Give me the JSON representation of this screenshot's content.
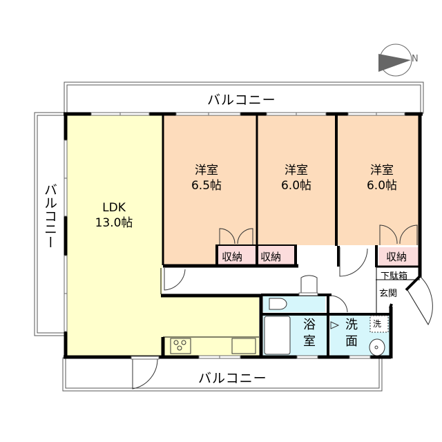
{
  "compass": {
    "label": "N"
  },
  "balconies": {
    "top": "バルコニー",
    "left": "バルコニー",
    "bottom": "バルコニー"
  },
  "rooms": {
    "ldk": {
      "name": "LDK",
      "size": "13.0帖"
    },
    "western1": {
      "name": "洋室",
      "size": "6.5帖"
    },
    "western2": {
      "name": "洋室",
      "size": "6.0帖"
    },
    "western3": {
      "name": "洋室",
      "size": "6.0帖"
    },
    "storage1": "収納",
    "storage2": "収納",
    "storage3": "収納",
    "shoe_box": "下駄箱",
    "entrance": "玄関",
    "bath": {
      "line1": "浴",
      "line2": "室"
    },
    "washroom": {
      "line1": "洗",
      "line2": "面"
    },
    "washer": "洗"
  },
  "colors": {
    "ldk": "#ffffcc",
    "western": "#fddcbc",
    "storage": "#fbdcdc",
    "wet": "#d6f6fb",
    "wall": "#000000"
  }
}
